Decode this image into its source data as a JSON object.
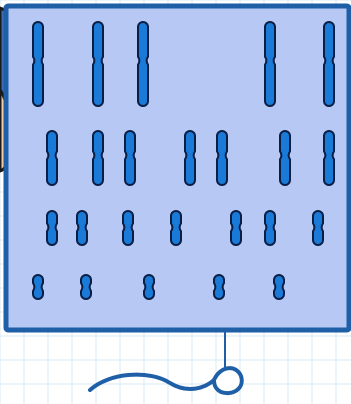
{
  "colors": {
    "background": "#ffffff",
    "grid_lines": "#d6e8f3",
    "board_fill": "#b7c8f4",
    "board_border": "#1f5fa8",
    "chromosome_fill": "#1a7ad8",
    "chromosome_outline": "#0b1f45",
    "shirt": "#3a6db3",
    "skin": "#f3c9a5",
    "outline": "#1a1a1a",
    "sperm_line": "#1f5fa8"
  },
  "chromosome_rows": [
    {
      "row": 1,
      "visible_count": 5,
      "pair_widths": [
        "long",
        "long",
        "long",
        "long",
        "long"
      ]
    },
    {
      "row": 2,
      "visible_count": 7,
      "pair_widths": [
        "medium",
        "medium",
        "medium",
        "medium",
        "medium",
        "medium",
        "medium"
      ]
    },
    {
      "row": 3,
      "visible_count": 7,
      "pair_widths": [
        "small",
        "small",
        "small",
        "small",
        "small",
        "small",
        "small"
      ]
    },
    {
      "row": 4,
      "visible_count": 5,
      "pair_widths": [
        "tiny",
        "tiny",
        "tiny",
        "tiny",
        "tiny"
      ]
    }
  ],
  "icons": {
    "person": "person-partial-icon",
    "sperm": "sperm-icon"
  }
}
